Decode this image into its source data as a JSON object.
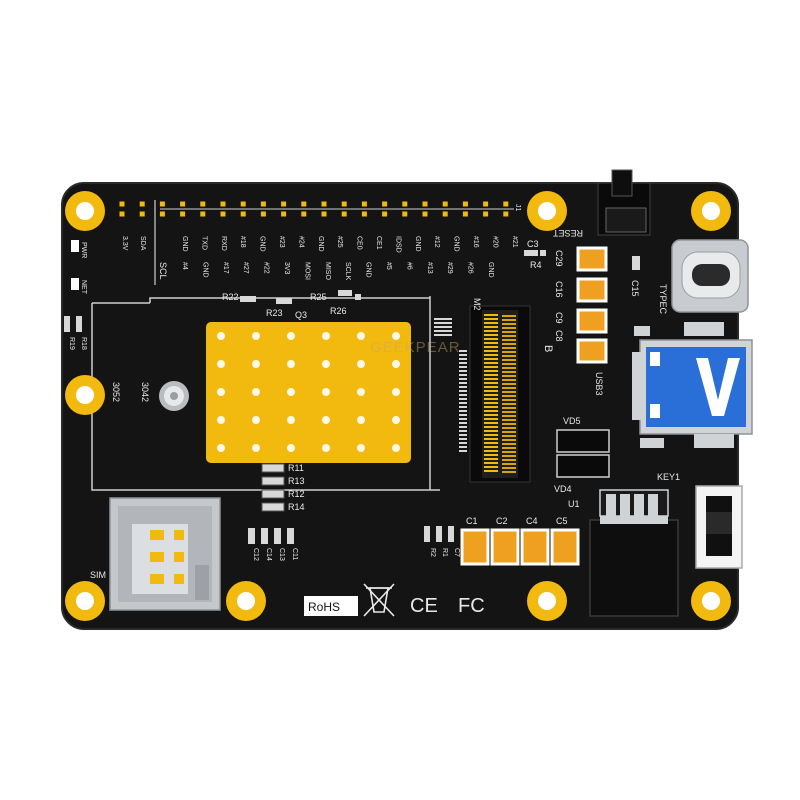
{
  "colors": {
    "pcb": "#141414",
    "gold": "#f2b90e",
    "silkscreen": "#e8e8e8",
    "cap_orange": "#f0a020",
    "metal": "#cfd3d6",
    "usb_blue": "#2a6fd8"
  },
  "board": {
    "header_top_pins": [
      "GND",
      "TXD",
      "RXD",
      "#18",
      "GND",
      "#23",
      "#24",
      "GND",
      "#25",
      "CE0",
      "CE1",
      "IDSD",
      "GND",
      "#12",
      "GND",
      "#16",
      "#20",
      "#21"
    ],
    "header_bottom_pins": [
      "#4",
      "GND",
      "#17",
      "#27",
      "#22",
      "3V3",
      "MOSI",
      "MISO",
      "SCLK",
      "GND",
      "#5",
      "#6",
      "#13",
      "#29",
      "#26",
      "GND"
    ],
    "header_left": {
      "v33": "3.3V",
      "sda": "SDA",
      "scl": "SCL",
      "j1": "J1"
    },
    "labels": {
      "pwr": "PWR",
      "net": "NET",
      "r19": "R19",
      "r18": "R18",
      "r22": "R22",
      "r23": "R23",
      "q3": "Q3",
      "r25": "R25",
      "r26": "R26",
      "m2": "M2",
      "b": "B",
      "m2_3052": "3052",
      "m2_3042": "3042",
      "r11": "R11",
      "r13": "R13",
      "r12": "R12",
      "r14": "R14",
      "c12": "C12",
      "c14": "C14",
      "c13": "C13",
      "c11": "C11",
      "sim": "SIM",
      "reset": "RESET",
      "c3": "C3",
      "r4": "R4",
      "c29": "C29",
      "c16": "C16",
      "c9": "C9",
      "c8": "C8",
      "c15": "C15",
      "typec": "TYPEC",
      "usb3": "USB3",
      "vd5": "VD5",
      "vd4": "VD4",
      "key1": "KEY1",
      "u1": "U1",
      "c1": "C1",
      "c2": "C2",
      "c4": "C4",
      "c5": "C5",
      "r2": "R2",
      "r1": "R1",
      "c7": "C7",
      "rohs": "RoHS",
      "ce": "CE",
      "fc": "FC"
    },
    "watermark": "GEEKPEAR"
  }
}
